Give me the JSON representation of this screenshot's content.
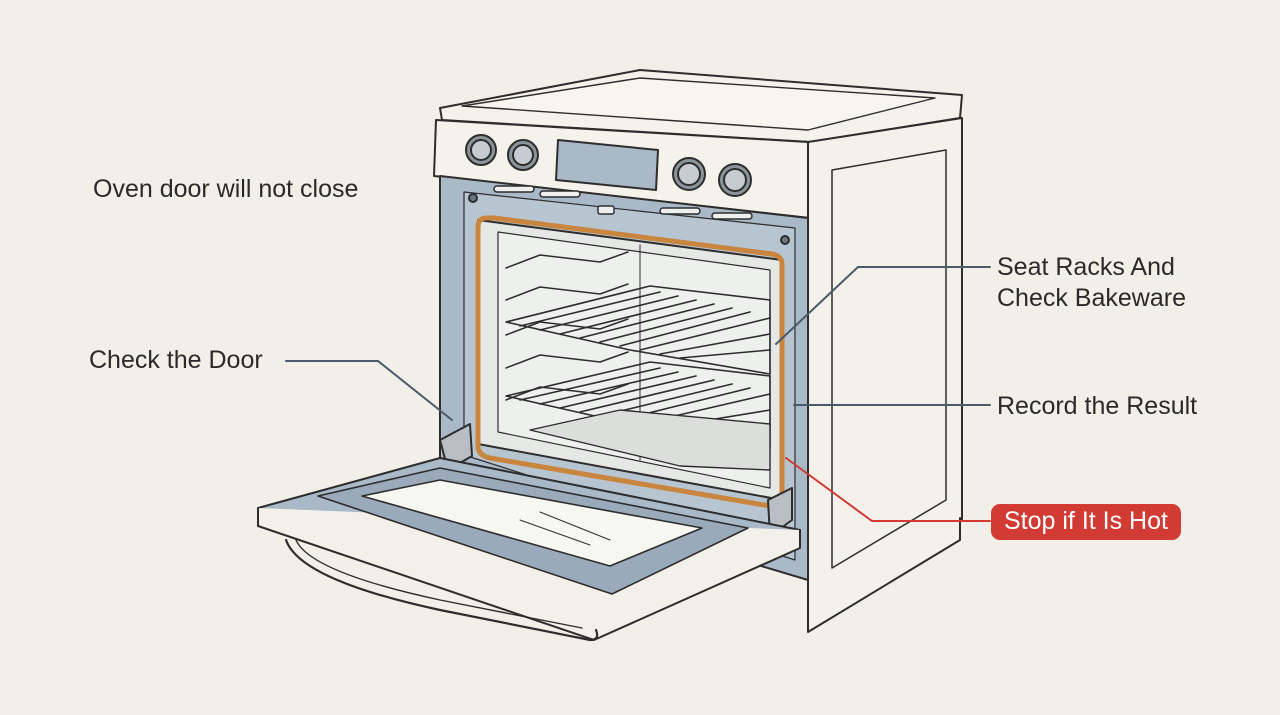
{
  "title": "Oven door will not close",
  "callouts": {
    "door": "Check the Door",
    "racks_line1": "Seat Racks And",
    "racks_line2": "Check Bakeware",
    "record": "Record the Result",
    "hot": "Stop if It Is Hot"
  },
  "colors": {
    "background": "#f1efe7",
    "outline": "#2d2d2d",
    "panel_blue": "#a9b9c8",
    "gasket_orange": "#c9853d",
    "alert_red": "#d13b33"
  }
}
